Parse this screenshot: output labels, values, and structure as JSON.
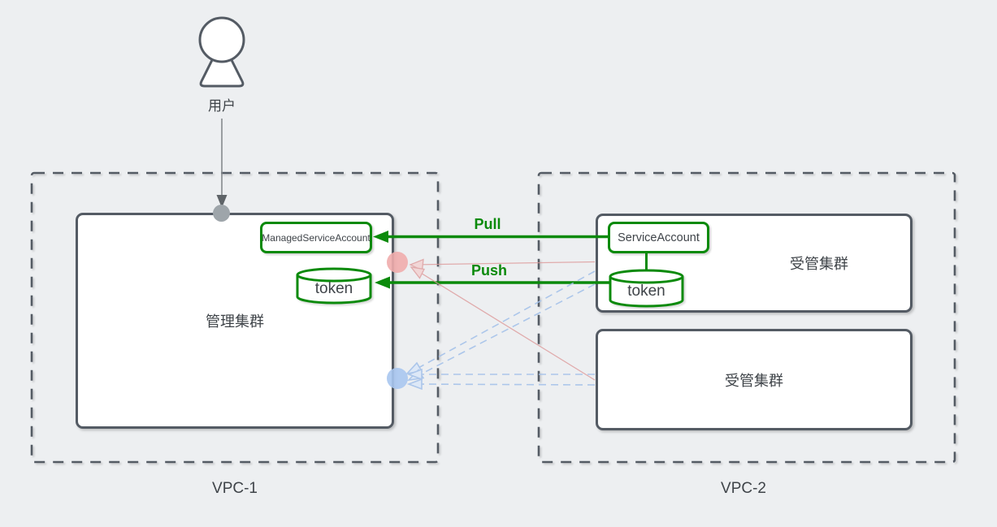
{
  "user": {
    "label": "用户"
  },
  "vpc1": {
    "label": "VPC-1",
    "management_cluster": {
      "label": "管理集群",
      "managed_service_account_label": "ManagedServiceAccount",
      "token_label": "token"
    }
  },
  "vpc2": {
    "label": "VPC-2",
    "managed_cluster_1": {
      "label": "受管集群",
      "service_account_label": "ServiceAccount",
      "token_label": "token"
    },
    "managed_cluster_2": {
      "label": "受管集群"
    }
  },
  "edges": {
    "pull_label": "Pull",
    "push_label": "Push"
  },
  "colors": {
    "background": "#EDEFF1",
    "box_stroke": "#545B64",
    "green": "#0B8A0B",
    "text": "#3F4449",
    "red_line": "#DD9A9A",
    "blue_line": "#A5C2EA",
    "pink_dot": "#EFACAC",
    "blue_dot": "#A9C7F0",
    "gray_dot": "#9EA5AA"
  }
}
